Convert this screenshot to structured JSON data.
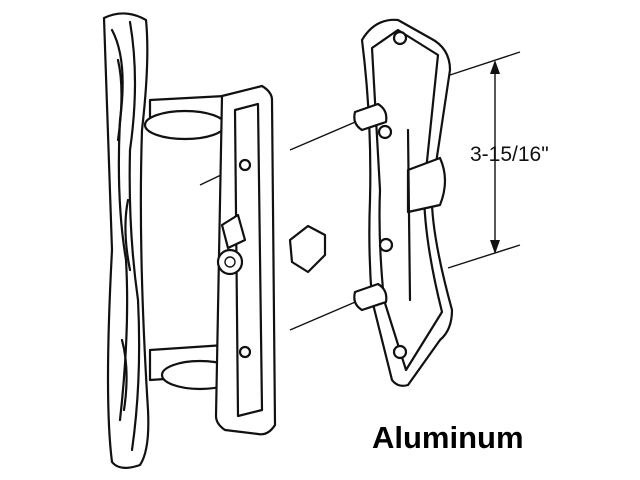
{
  "diagram": {
    "dimension_label": "3-15/16\"",
    "material_label": "Aluminum",
    "subject": "sliding-door-handle-set"
  }
}
